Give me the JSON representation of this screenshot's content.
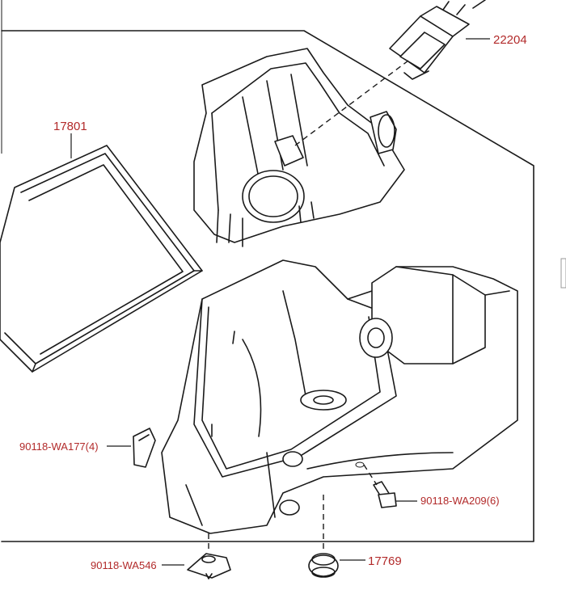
{
  "diagram": {
    "callouts": {
      "part_22204": "22204",
      "part_17801": "17801",
      "part_90118_WA177": "90118-WA177(4)",
      "part_90118_WA209": "90118-WA209(6)",
      "part_90118_WA546": "90118-WA546",
      "part_17769": "17769"
    },
    "label_color": "#b22a2a"
  }
}
